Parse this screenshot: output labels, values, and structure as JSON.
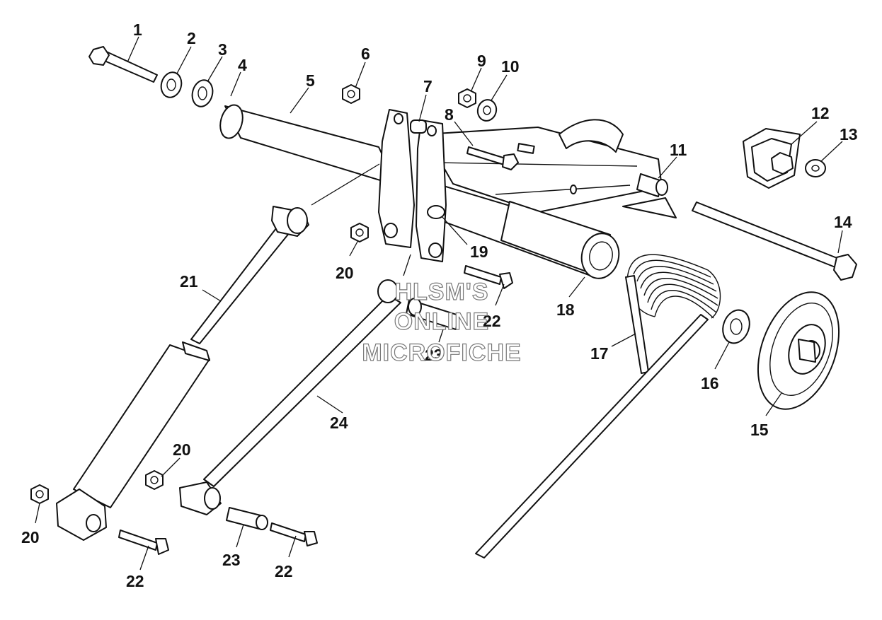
{
  "callouts": {
    "c1": "1",
    "c2": "2",
    "c3": "3",
    "c4": "4",
    "c5": "5",
    "c6": "6",
    "c7": "7",
    "c8": "8",
    "c9": "9",
    "c10": "10",
    "c11": "11",
    "c12": "12",
    "c13": "13",
    "c14": "14",
    "c15": "15",
    "c16": "16",
    "c17": "17",
    "c18": "18",
    "c19": "19",
    "c20a": "20",
    "c20b": "20",
    "c20c": "20",
    "c21": "21",
    "c22a": "22",
    "c22b": "22",
    "c22c": "22",
    "c23a": "23",
    "c23b": "23",
    "c24": "24"
  },
  "watermark": {
    "line1": "HLSM'S",
    "line2": "ONLINE",
    "line3": "MICROFICHE"
  }
}
